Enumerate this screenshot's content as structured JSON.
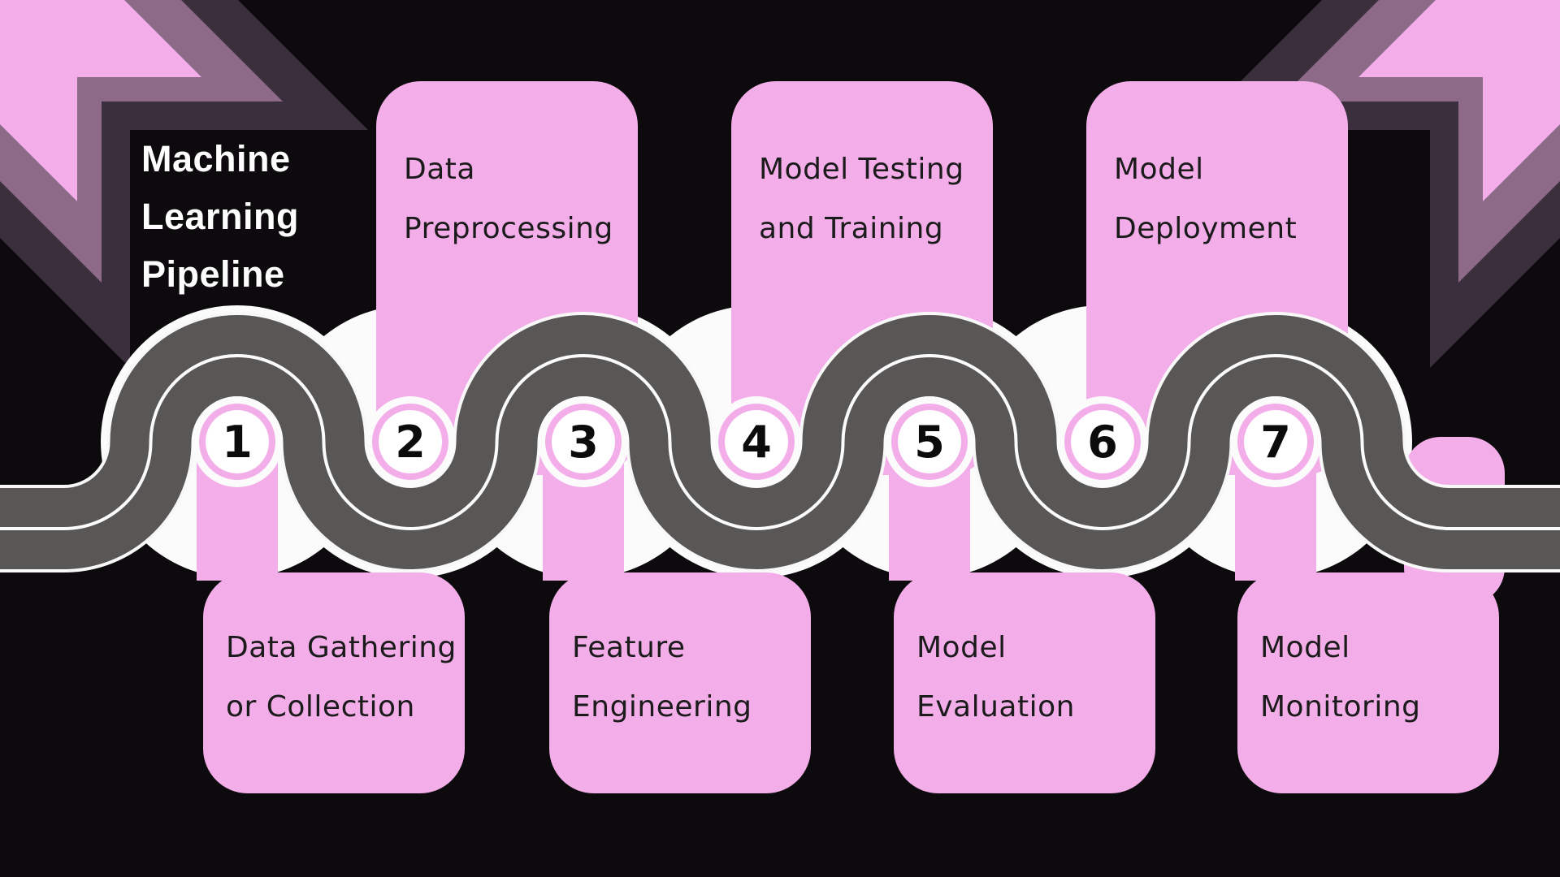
{
  "title": "Machine Learning Pipeline",
  "steps": [
    {
      "number": "1",
      "label": "Data Gathering or Collection",
      "position": "bottom"
    },
    {
      "number": "2",
      "label": "Data Preprocessing",
      "position": "top"
    },
    {
      "number": "3",
      "label": "Feature Engineering",
      "position": "bottom"
    },
    {
      "number": "4",
      "label": "Model Testing and Training",
      "position": "top"
    },
    {
      "number": "5",
      "label": "Model Evaluation",
      "position": "bottom"
    },
    {
      "number": "6",
      "label": "Model Deployment",
      "position": "top"
    },
    {
      "number": "7",
      "label": "Model Monitoring",
      "position": "bottom"
    }
  ],
  "decorations": {
    "road": "winding-road-with-white-casing-and-center-line",
    "corner_arrows": "layered chevrons pointing to top-left and top-right corners",
    "badge_style": "white circle with pink ring on white disc"
  },
  "colors": {
    "background": "#0c0a0c",
    "card_pink": "#f3aeea",
    "road_gray": "#595656",
    "road_line_white": "#fbfbfb",
    "disc_white": "#fcfbfc",
    "arrow_mauve": "#8d6b88",
    "arrow_dark_purple": "#3b2e3d",
    "title_text": "#fdfdfd",
    "card_text": "#1b1b1b",
    "badge_number": "#0b0b0b"
  }
}
